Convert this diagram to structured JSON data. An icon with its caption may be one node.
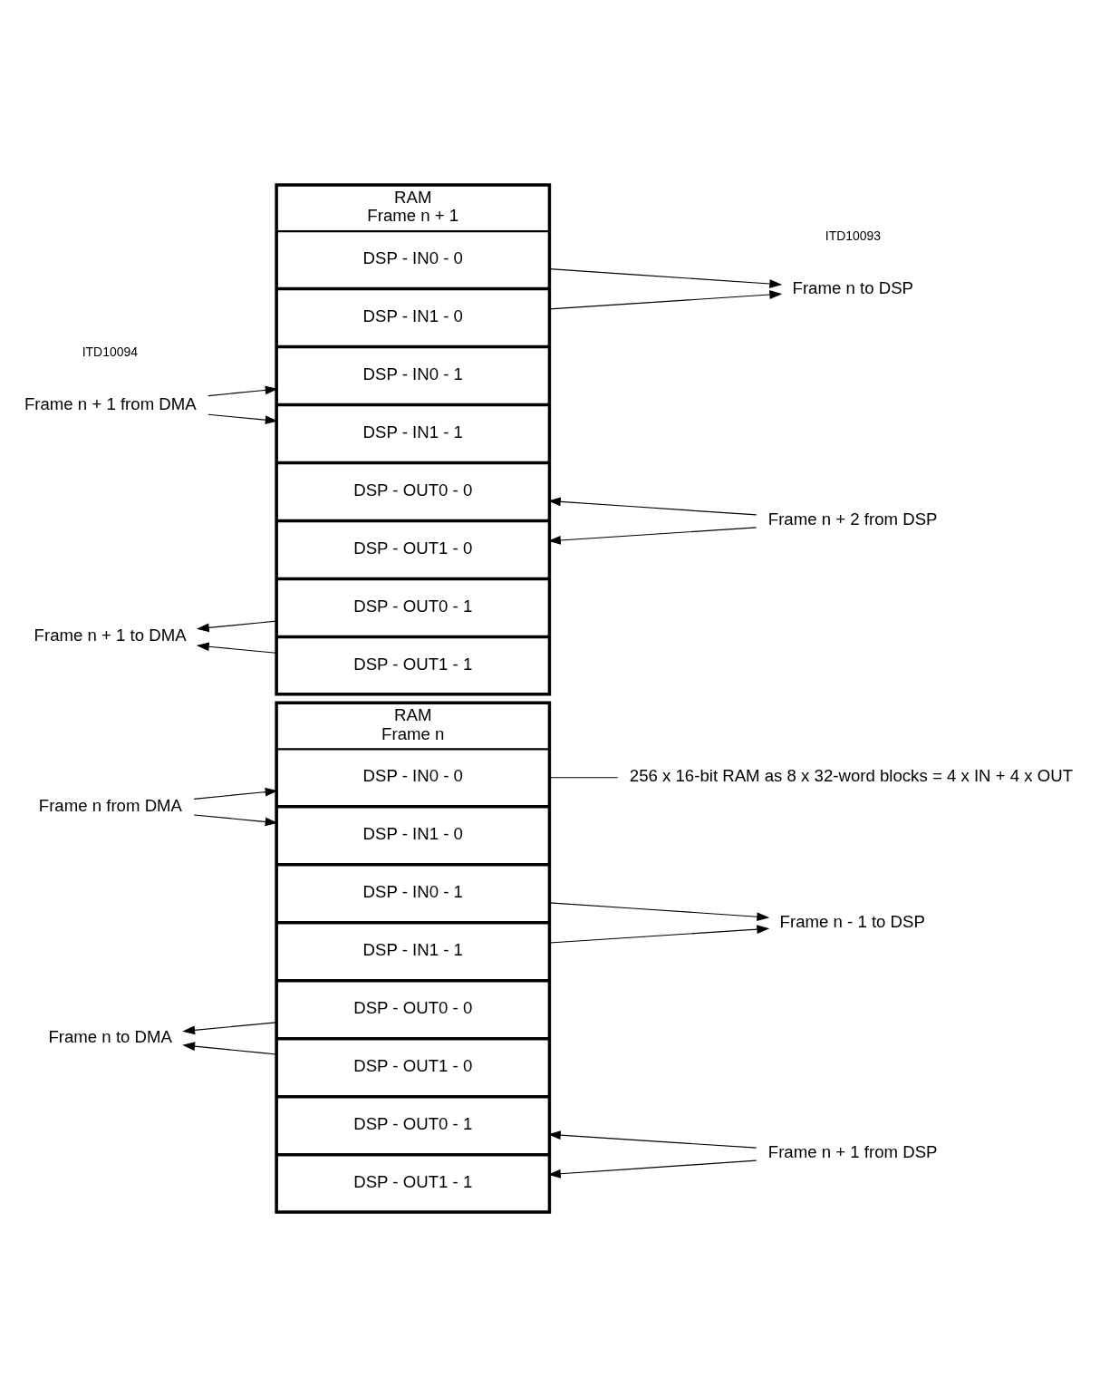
{
  "diagram": {
    "nodes": [
      {
        "text": [
          "RAM",
          "Frame n"
        ]
      },
      {
        "text": [
          "DSP - IN0 - 0"
        ],
        "in": 0
      },
      {
        "text": [
          "DSP - IN1 - 0"
        ],
        "in": 0
      },
      {
        "text": [
          "DSP - IN0 - 1"
        ],
        "in": 0
      },
      {
        "text": [
          "DSP - IN1 - 1"
        ],
        "in": 0
      },
      {
        "text": [
          "DSP - OUT0 - 0"
        ],
        "in": 0
      },
      {
        "text": [
          "DSP - OUT1 - 0"
        ],
        "in": 0
      },
      {
        "text": [
          "DSP - OUT0 - 1"
        ],
        "in": 0
      },
      {
        "text": [
          "DSP - OUT1 - 1"
        ],
        "in": 0
      },
      {
        "text": [
          "256 x 16-bit RAM as 8 x 32-word blocks = 4 x IN + 4 x OUT"
        ]
      },
      {
        "text": [
          "Frame n from DMA"
        ]
      },
      {
        "text": [
          "Frame n - 1 to DSP"
        ]
      },
      {
        "text": [
          "Frame n to DMA"
        ]
      },
      {
        "text": [
          "Frame n + 1 from DSP"
        ]
      },
      {
        "text": [
          "RAM",
          "Frame n + 1"
        ]
      },
      {
        "text": [
          "DSP - IN0 - 0"
        ],
        "in": 14
      },
      {
        "text": [
          "DSP - IN1 - 0"
        ],
        "in": 14
      },
      {
        "text": [
          "DSP - IN0 - 1"
        ],
        "in": 14
      },
      {
        "text": [
          "DSP - IN1 - 1"
        ],
        "in": 14
      },
      {
        "text": [
          "DSP - OUT0 - 0"
        ],
        "in": 14
      },
      {
        "text": [
          "DSP - OUT1 - 0"
        ],
        "in": 14
      },
      {
        "text": [
          "DSP - OUT0 - 1"
        ],
        "in": 14
      },
      {
        "text": [
          "DSP - OUT1 - 1"
        ],
        "in": 14
      },
      {
        "text": [
          "Frame n to DSP"
        ]
      },
      {
        "text": [
          "Frame n + 1 from DMA"
        ]
      },
      {
        "text": [
          "Frame n + 2 from DSP"
        ]
      },
      {
        "text": [
          "Frame n + 1 to DMA"
        ]
      }
    ],
    "edges": [
      {
        "from": 9,
        "to": 0,
        "arrow": "none"
      },
      {
        "from": 10,
        "to": 1,
        "arrow": "to"
      },
      {
        "from": 10,
        "to": 2,
        "arrow": "to"
      },
      {
        "from": 3,
        "to": 11,
        "arrow": "to"
      },
      {
        "from": 4,
        "to": 11,
        "arrow": "to"
      },
      {
        "from": 5,
        "to": 12,
        "arrow": "to"
      },
      {
        "from": 6,
        "to": 12,
        "arrow": "to"
      },
      {
        "from": 13,
        "to": 7,
        "arrow": "to"
      },
      {
        "from": 13,
        "to": 8,
        "arrow": "to"
      },
      {
        "from": 15,
        "to": 23,
        "arrow": "to"
      },
      {
        "from": 16,
        "to": 23,
        "arrow": "to"
      },
      {
        "from": 24,
        "to": 17,
        "arrow": "to"
      },
      {
        "from": 24,
        "to": 18,
        "arrow": "to"
      },
      {
        "from": 25,
        "to": 19,
        "arrow": "to"
      },
      {
        "from": 25,
        "to": 20,
        "arrow": "to"
      },
      {
        "from": 21,
        "to": 26,
        "arrow": "to"
      },
      {
        "from": 22,
        "to": 26,
        "arrow": "to"
      }
    ],
    "labels": [
      "ITD10093",
      "ITD10094"
    ]
  }
}
